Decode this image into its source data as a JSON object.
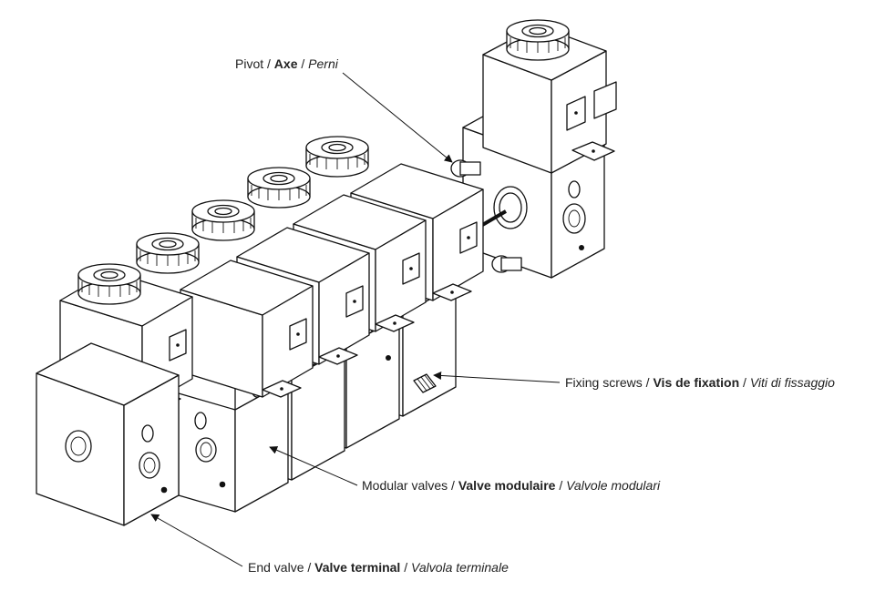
{
  "labels": {
    "pivot": {
      "en": "Pivot",
      "fr": "Axe",
      "it": "Perni",
      "sep": " / "
    },
    "screws": {
      "en": "Fixing screws",
      "fr": "Vis de fixation",
      "it": "Viti di fissaggio",
      "sep": " / "
    },
    "modular": {
      "en": "Modular valves",
      "fr": "Valve modulaire",
      "it": "Valvole modulari",
      "sep": " / "
    },
    "end": {
      "en": "End valve",
      "fr": "Valve terminal",
      "it": "Valvola terminale",
      "sep": " / "
    }
  },
  "colors": {
    "ink": "#111111",
    "text": "#222222",
    "background": "#ffffff"
  }
}
